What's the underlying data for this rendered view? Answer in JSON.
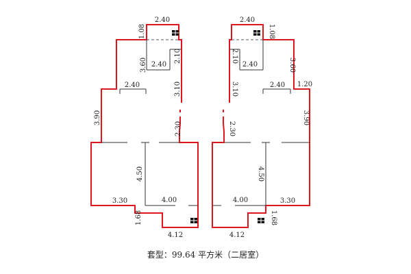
{
  "caption": "套型：99.64 平方米（二居室）",
  "plans": {
    "left": {
      "top_width": "2.40",
      "top_offset": "1.08",
      "upper_height": "3.60",
      "upper_width": "2.40",
      "shaft_height": "2.10",
      "mid_width": "2.40",
      "corridor_height": "3.10",
      "left_height": "3.90",
      "right_step": "2.30",
      "room_depth": "4.50",
      "room_width": "4.00",
      "bottom_left": "3.30",
      "bottom_offset": "1.68",
      "bottom_width": "4.12"
    },
    "right": {
      "top_width": "2.40",
      "top_offset": "1.08",
      "upper_height": "3.60",
      "upper_width": "2.40",
      "shaft_height": "2.10",
      "mid_width": "2.40",
      "corridor_height": "3.10",
      "right_offset": "1.20",
      "right_height": "3.90",
      "left_step": "2.30",
      "room_depth": "4.50",
      "room_width": "4.00",
      "bottom_right": "3.30",
      "bottom_offset": "1.68",
      "bottom_width": "4.12"
    }
  },
  "icons": {
    "vent": "vent-grille-icon"
  }
}
